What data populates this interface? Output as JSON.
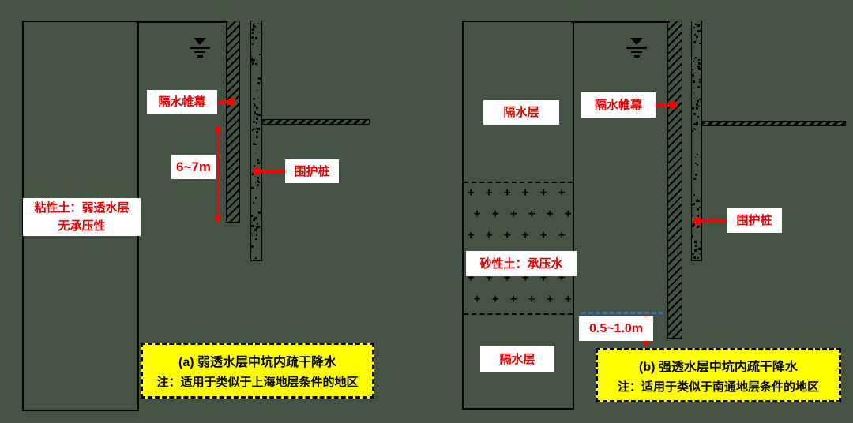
{
  "colors": {
    "background": "#445344",
    "label_red": "#e60000",
    "arrow_red": "#ff0000",
    "caption_yellow": "#ffff00",
    "line_black": "#000000",
    "water_level_blue": "#4472c4"
  },
  "diagram_a": {
    "soil_label_line1": "粘性土：弱透水层",
    "soil_label_line2": "无承压性",
    "curtain_label": "隔水帷幕",
    "pile_label": "围护桩",
    "depth_label": "6~7m",
    "caption_title": "(a) 弱透水层中坑内疏干降水",
    "caption_note": "注：适用于类似于上海地层条件的地区"
  },
  "diagram_b": {
    "top_layer_label": "隔水层",
    "sand_layer_label": "砂性土：承压水",
    "bottom_layer_label": "隔水层",
    "curtain_label": "隔水帷幕",
    "pile_label": "围护桩",
    "depth_label": "0.5~1.0m",
    "caption_title": "(b)  强透水层中坑内疏干降水",
    "caption_note": "注：适用于类似于南通地层条件的地区"
  }
}
